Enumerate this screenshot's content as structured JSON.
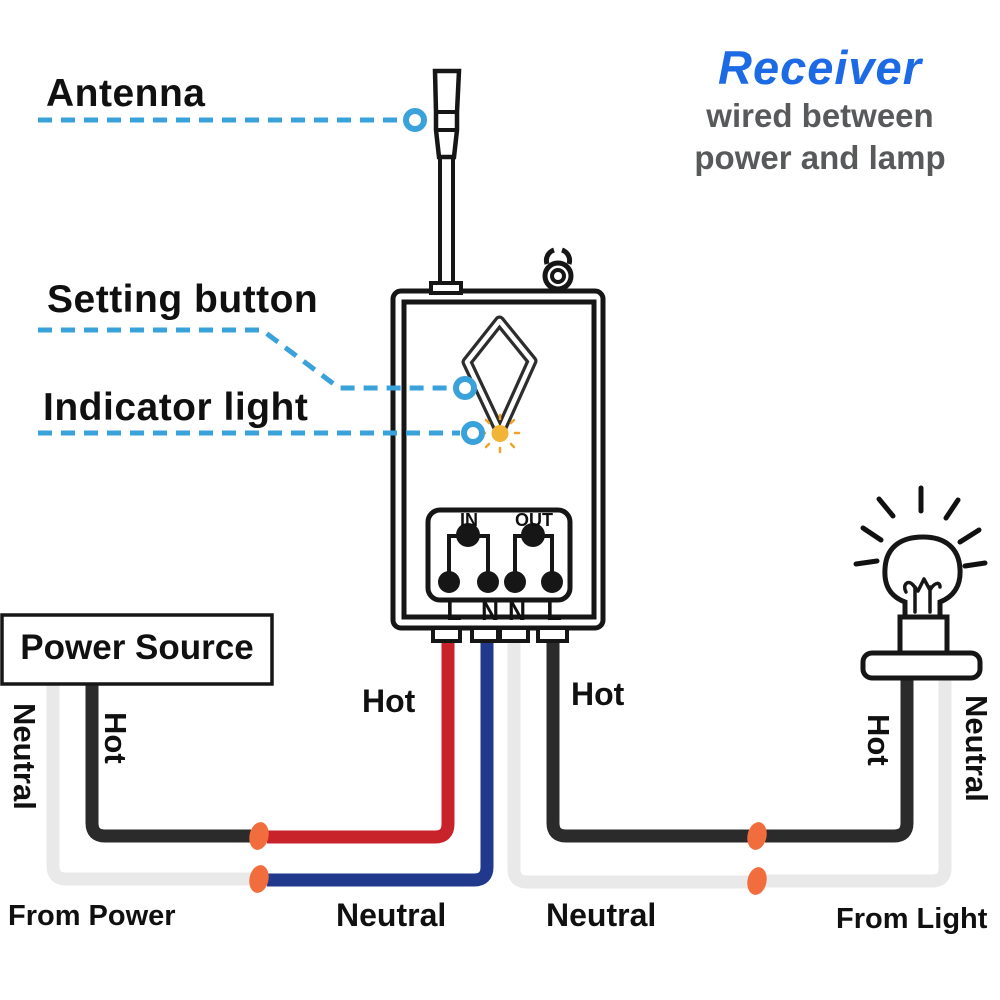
{
  "title": {
    "main": "Receiver",
    "sub1": "wired between",
    "sub2": "power and lamp"
  },
  "callouts": {
    "antenna": "Antenna",
    "setting_button": "Setting button",
    "indicator_light": "Indicator light"
  },
  "receiver": {
    "in_label": "IN",
    "out_label": "OUT",
    "terminals": [
      "L",
      "N",
      "N",
      "L"
    ]
  },
  "power_source_label": "Power Source",
  "wire_labels": {
    "source_neutral": "Neutral",
    "source_hot": "Hot",
    "input_hot": "Hot",
    "input_neutral": "Neutral",
    "output_hot": "Hot",
    "output_neutral": "Neutral",
    "lamp_hot": "Hot",
    "lamp_neutral": "Neutral"
  },
  "captions": {
    "from_power": "From Power",
    "from_light": "From Light"
  },
  "colors": {
    "accent_blue": "#3aa2da",
    "title_blue": "#1c6be4",
    "subtitle_gray": "#58595b",
    "wire_black": "#2b2b2b",
    "wire_white": "#e9e9e9",
    "wire_red": "#c8222a",
    "wire_blue": "#21398d",
    "connector_orange": "#f26d3d",
    "indicator_yellow": "#f2b437"
  }
}
